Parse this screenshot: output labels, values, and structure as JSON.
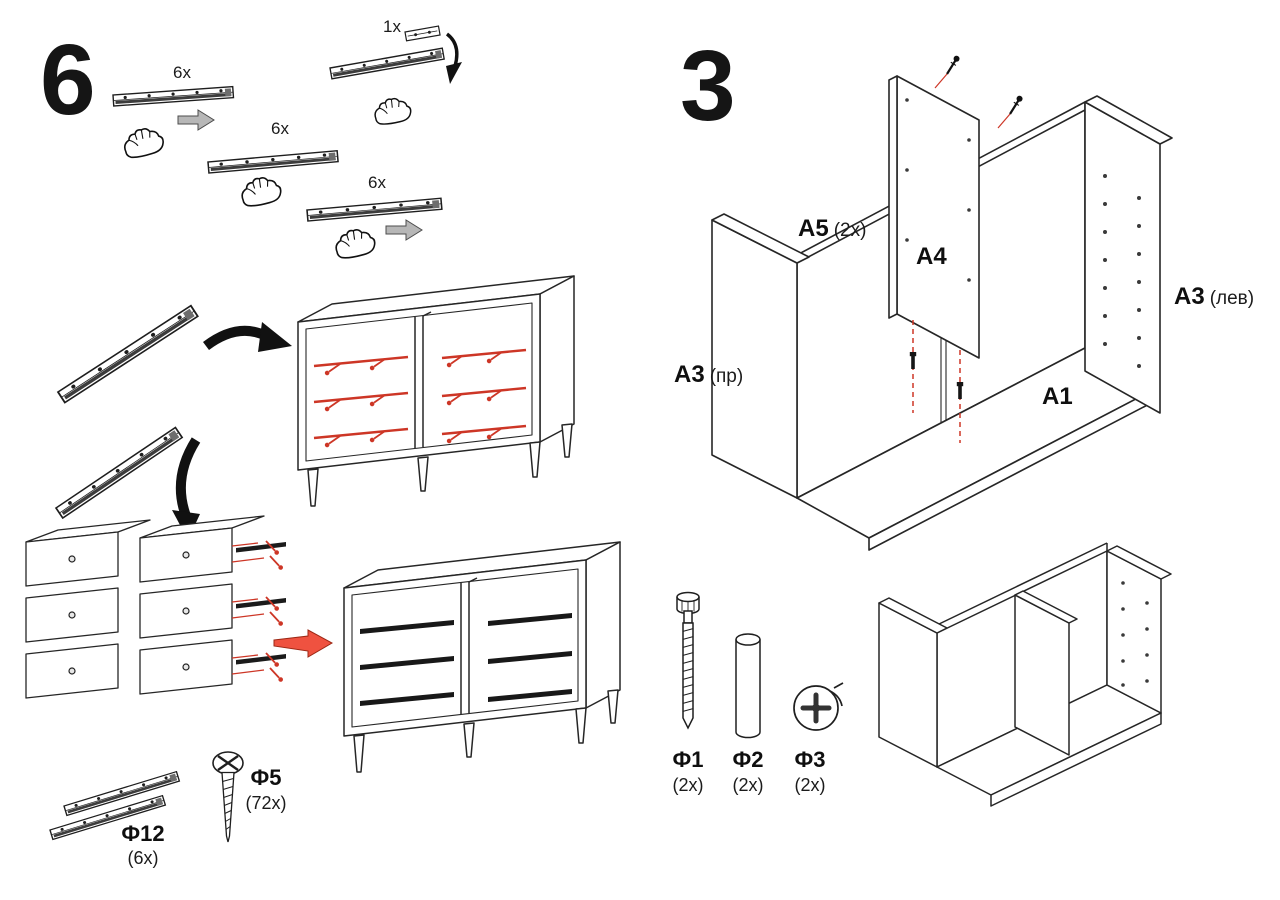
{
  "step6": {
    "number": "6",
    "rail1_count": "6x",
    "rail_detail_count": "1x",
    "rail2_count": "6x",
    "rail3_count": "6x",
    "hardware": {
      "f12_id": "Ф12",
      "f12_count": "(6x)",
      "f5_id": "Ф5",
      "f5_count": "(72x)"
    }
  },
  "step3": {
    "number": "3",
    "labels": {
      "a5": "A5",
      "a5_count": "(2x)",
      "a4": "A4",
      "a3_left": "A3",
      "a3_left_suffix": "(лев)",
      "a3_right": "A3",
      "a3_right_suffix": "(пр)",
      "a1": "A1"
    },
    "hardware": {
      "f1_id": "Ф1",
      "f1_count": "(2x)",
      "f2_id": "Ф2",
      "f2_count": "(2x)",
      "f3_id": "Ф3",
      "f3_count": "(2x)"
    }
  }
}
